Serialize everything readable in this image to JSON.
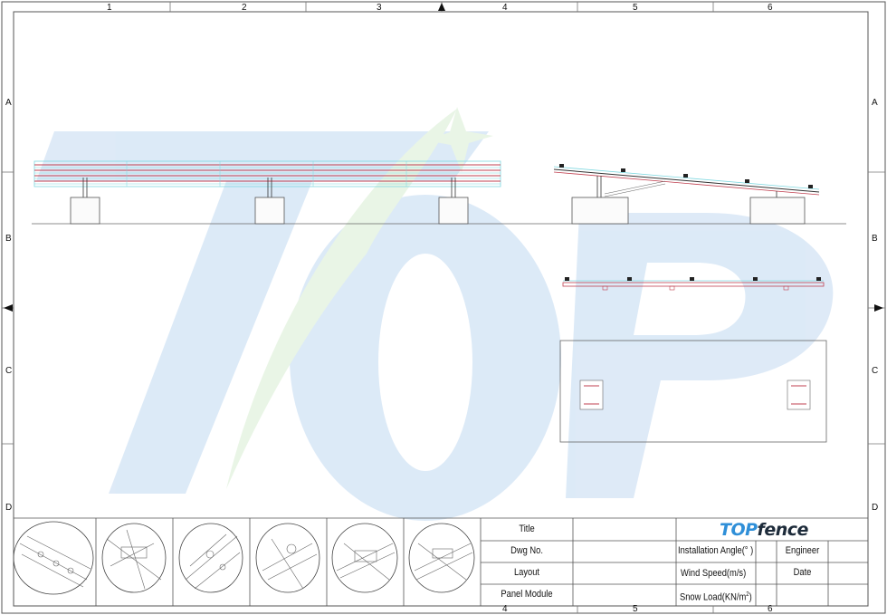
{
  "sheet": {
    "columns": [
      "1",
      "2",
      "3",
      "4",
      "5",
      "6"
    ],
    "bottom_columns": [
      "4",
      "5",
      "6"
    ],
    "rows": [
      "A",
      "B",
      "C",
      "D"
    ]
  },
  "title_block": {
    "labels": [
      "Title",
      "Dwg No.",
      "Layout",
      "Panel Module"
    ],
    "fields": {
      "installation_angle": "Installation Angle(°  )",
      "wind_speed": "Wind Speed(m/s)",
      "snow_load": "Snow Load(KN/m",
      "snow_load_sup": "2",
      "snow_load_end": ")",
      "engineer": "Engineer",
      "date": "Date"
    },
    "logo": {
      "part1": "TOP",
      "part2": "fence"
    }
  },
  "colors": {
    "line": "#555555",
    "watermark_blue": "#2f7fd0",
    "watermark_green": "#7cc36a",
    "panel_cyan": "#7fd8e0",
    "rail_red": "#c04050"
  },
  "detail_icons": [
    "clamp-detail-1",
    "clamp-detail-2",
    "clamp-detail-3",
    "clamp-detail-4",
    "clamp-detail-5",
    "clamp-detail-6"
  ]
}
